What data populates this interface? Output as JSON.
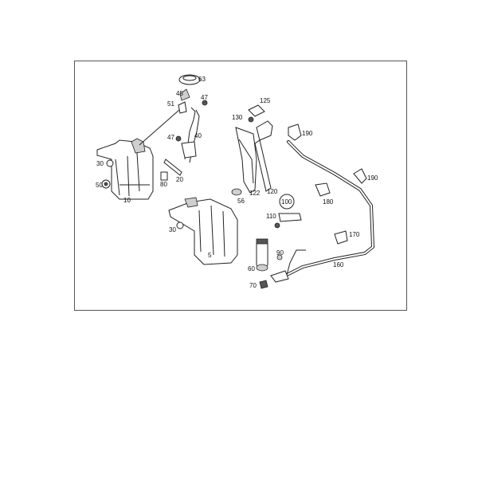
{
  "labels": {
    "p63": "63",
    "p45": "45",
    "p47a": "47",
    "p51": "51",
    "p40": "40",
    "p47b": "47",
    "p20": "20",
    "p80": "80",
    "p30a": "30",
    "p50": "50",
    "p10": "10",
    "p125": "125",
    "p130": "130",
    "p56": "56",
    "p122": "122",
    "p120": "120",
    "p190a": "190",
    "p190b": "190",
    "p180": "180",
    "p100": "100",
    "p110": "110",
    "p170": "170",
    "p30b": "30",
    "p5": "5",
    "p90": "90",
    "p60": "60",
    "p160": "160",
    "p70": "70"
  }
}
